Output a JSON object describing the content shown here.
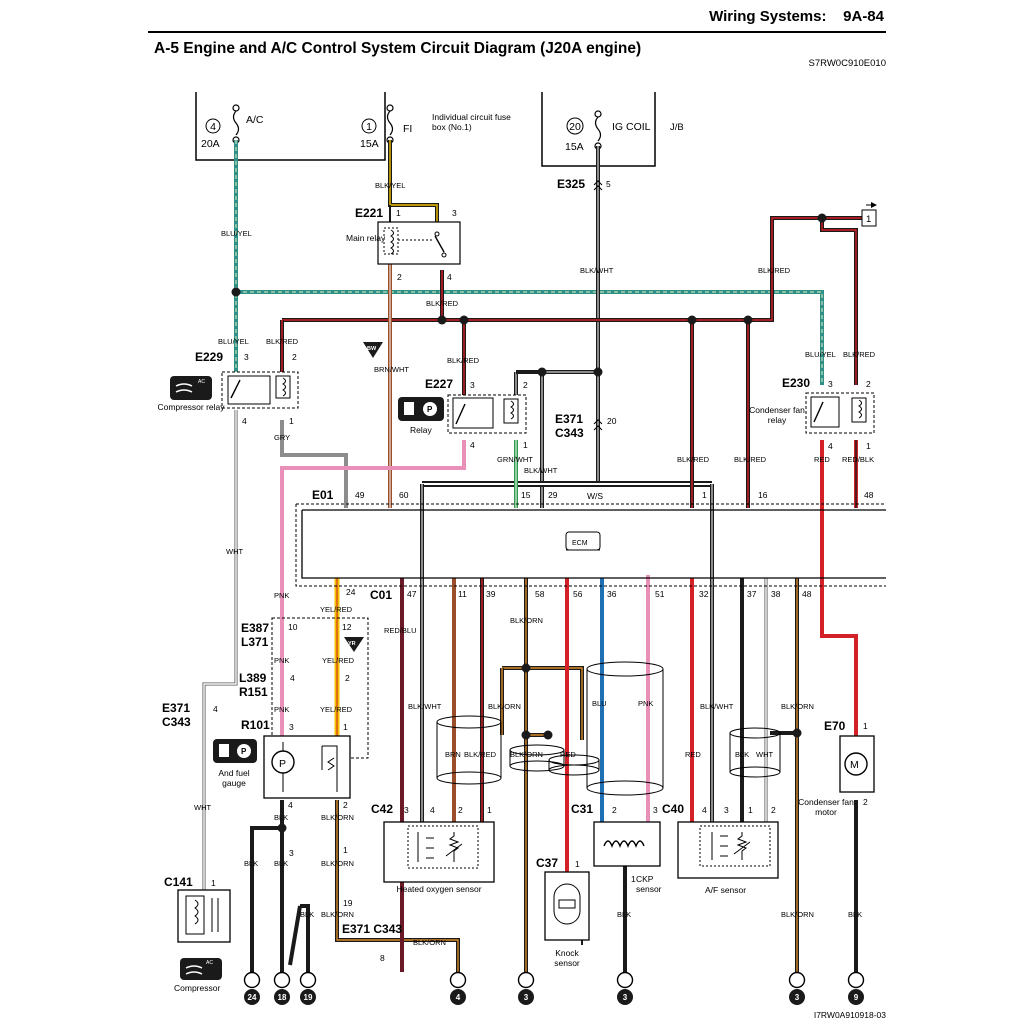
{
  "header": {
    "section": "Wiring Systems:",
    "page": "9A-84"
  },
  "title": "A-5 Engine and A/C Control System Circuit Diagram (J20A engine)",
  "doc_id": "S7RW0C910E010",
  "footer_id": "I7RW0A910918-03",
  "fuses": {
    "ac": {
      "num": "4",
      "name": "A/C",
      "rating": "20A"
    },
    "fi": {
      "num": "1",
      "name": "FI",
      "rating": "15A"
    },
    "fuse_box_label": "Individual circuit fuse box (No.1)",
    "igcoil": {
      "num": "20",
      "name": "IG COIL",
      "rating": "15A"
    },
    "jb_label": "J/B"
  },
  "connectors": {
    "e325": "E325",
    "e325_pin": "5",
    "e221": "E221",
    "e229": "E229",
    "e227": "E227",
    "e230": "E230",
    "e371_c343": [
      "E371",
      "C343"
    ],
    "e371_pin": "20",
    "e01": "E01",
    "c01": "C01",
    "e387_l371": [
      "E387",
      "L371"
    ],
    "l389_r151": [
      "L389",
      "R151"
    ],
    "e371_c343_b": [
      "E371",
      "C343"
    ],
    "r101": "R101",
    "c42": "C42",
    "c31": "C31",
    "c40": "C40",
    "c37": "C37",
    "e70": "E70",
    "c141": "C141",
    "e371_c343_bottom": "E371 C343"
  },
  "components": {
    "main_relay": "Main relay",
    "compressor_relay": "Compressor relay",
    "relay": "Relay",
    "condenser_fan_relay": "Condenser fan relay",
    "ecm": "ECM",
    "fuel_gauge": "And fuel gauge",
    "heated_o2": "Heated oxygen sensor",
    "ckp": "CKP sensor",
    "af": "A/F sensor",
    "knock": "Knock sensor",
    "condenser_motor": "Condenser fan motor",
    "compressor": "Compressor",
    "bw_badge": "BW",
    "yr_badge": "YR",
    "ac_badge": "AC",
    "p_badge": "P",
    "m_badge": "M",
    "ref_box": "1"
  },
  "wires": {
    "blu_yel": "BLU/YEL",
    "blk_yel": "BLK/YEL",
    "blk_wht": "BLK/WHT",
    "blk_red": "BLK/RED",
    "brn_wht": "BRN/WHT",
    "gry": "GRY",
    "grn_wht": "GRN/WHT",
    "wht": "WHT",
    "pnk": "PNK",
    "yel_red": "YEL/RED",
    "red_blu": "RED/BLU",
    "blk_orn": "BLK/ORN",
    "blk": "BLK",
    "red": "RED",
    "red_blk": "RED/BLK",
    "blu": "BLU",
    "brn": "BRN",
    "ws": "W/S"
  },
  "ecm_pins_top": [
    "49",
    "60",
    "15",
    "29",
    "1",
    "16",
    "48"
  ],
  "ecm_pins_bottom": [
    "47",
    "11",
    "39",
    "58",
    "56",
    "36",
    "51",
    "32",
    "37",
    "38",
    "48"
  ],
  "pin_labels": {
    "p1": "1",
    "p2": "2",
    "p3": "3",
    "p4": "4",
    "p8": "8",
    "p10": "10",
    "p12": "12",
    "p19": "19",
    "p24": "24"
  },
  "grounds": [
    "24",
    "18",
    "19",
    "4",
    "3",
    "3",
    "3",
    "9"
  ],
  "colors": {
    "blk": "#1a1a1a",
    "red": "#d42027",
    "blu": "#1f6fb3",
    "teal": "#2e8f87",
    "pnk": "#e890b7",
    "brn": "#9b4e2a",
    "yel": "#f2c200",
    "gry": "#8c8c8c",
    "maroon": "#6a1a26",
    "orn": "#d98a2a",
    "grn": "#2e9a4d"
  }
}
